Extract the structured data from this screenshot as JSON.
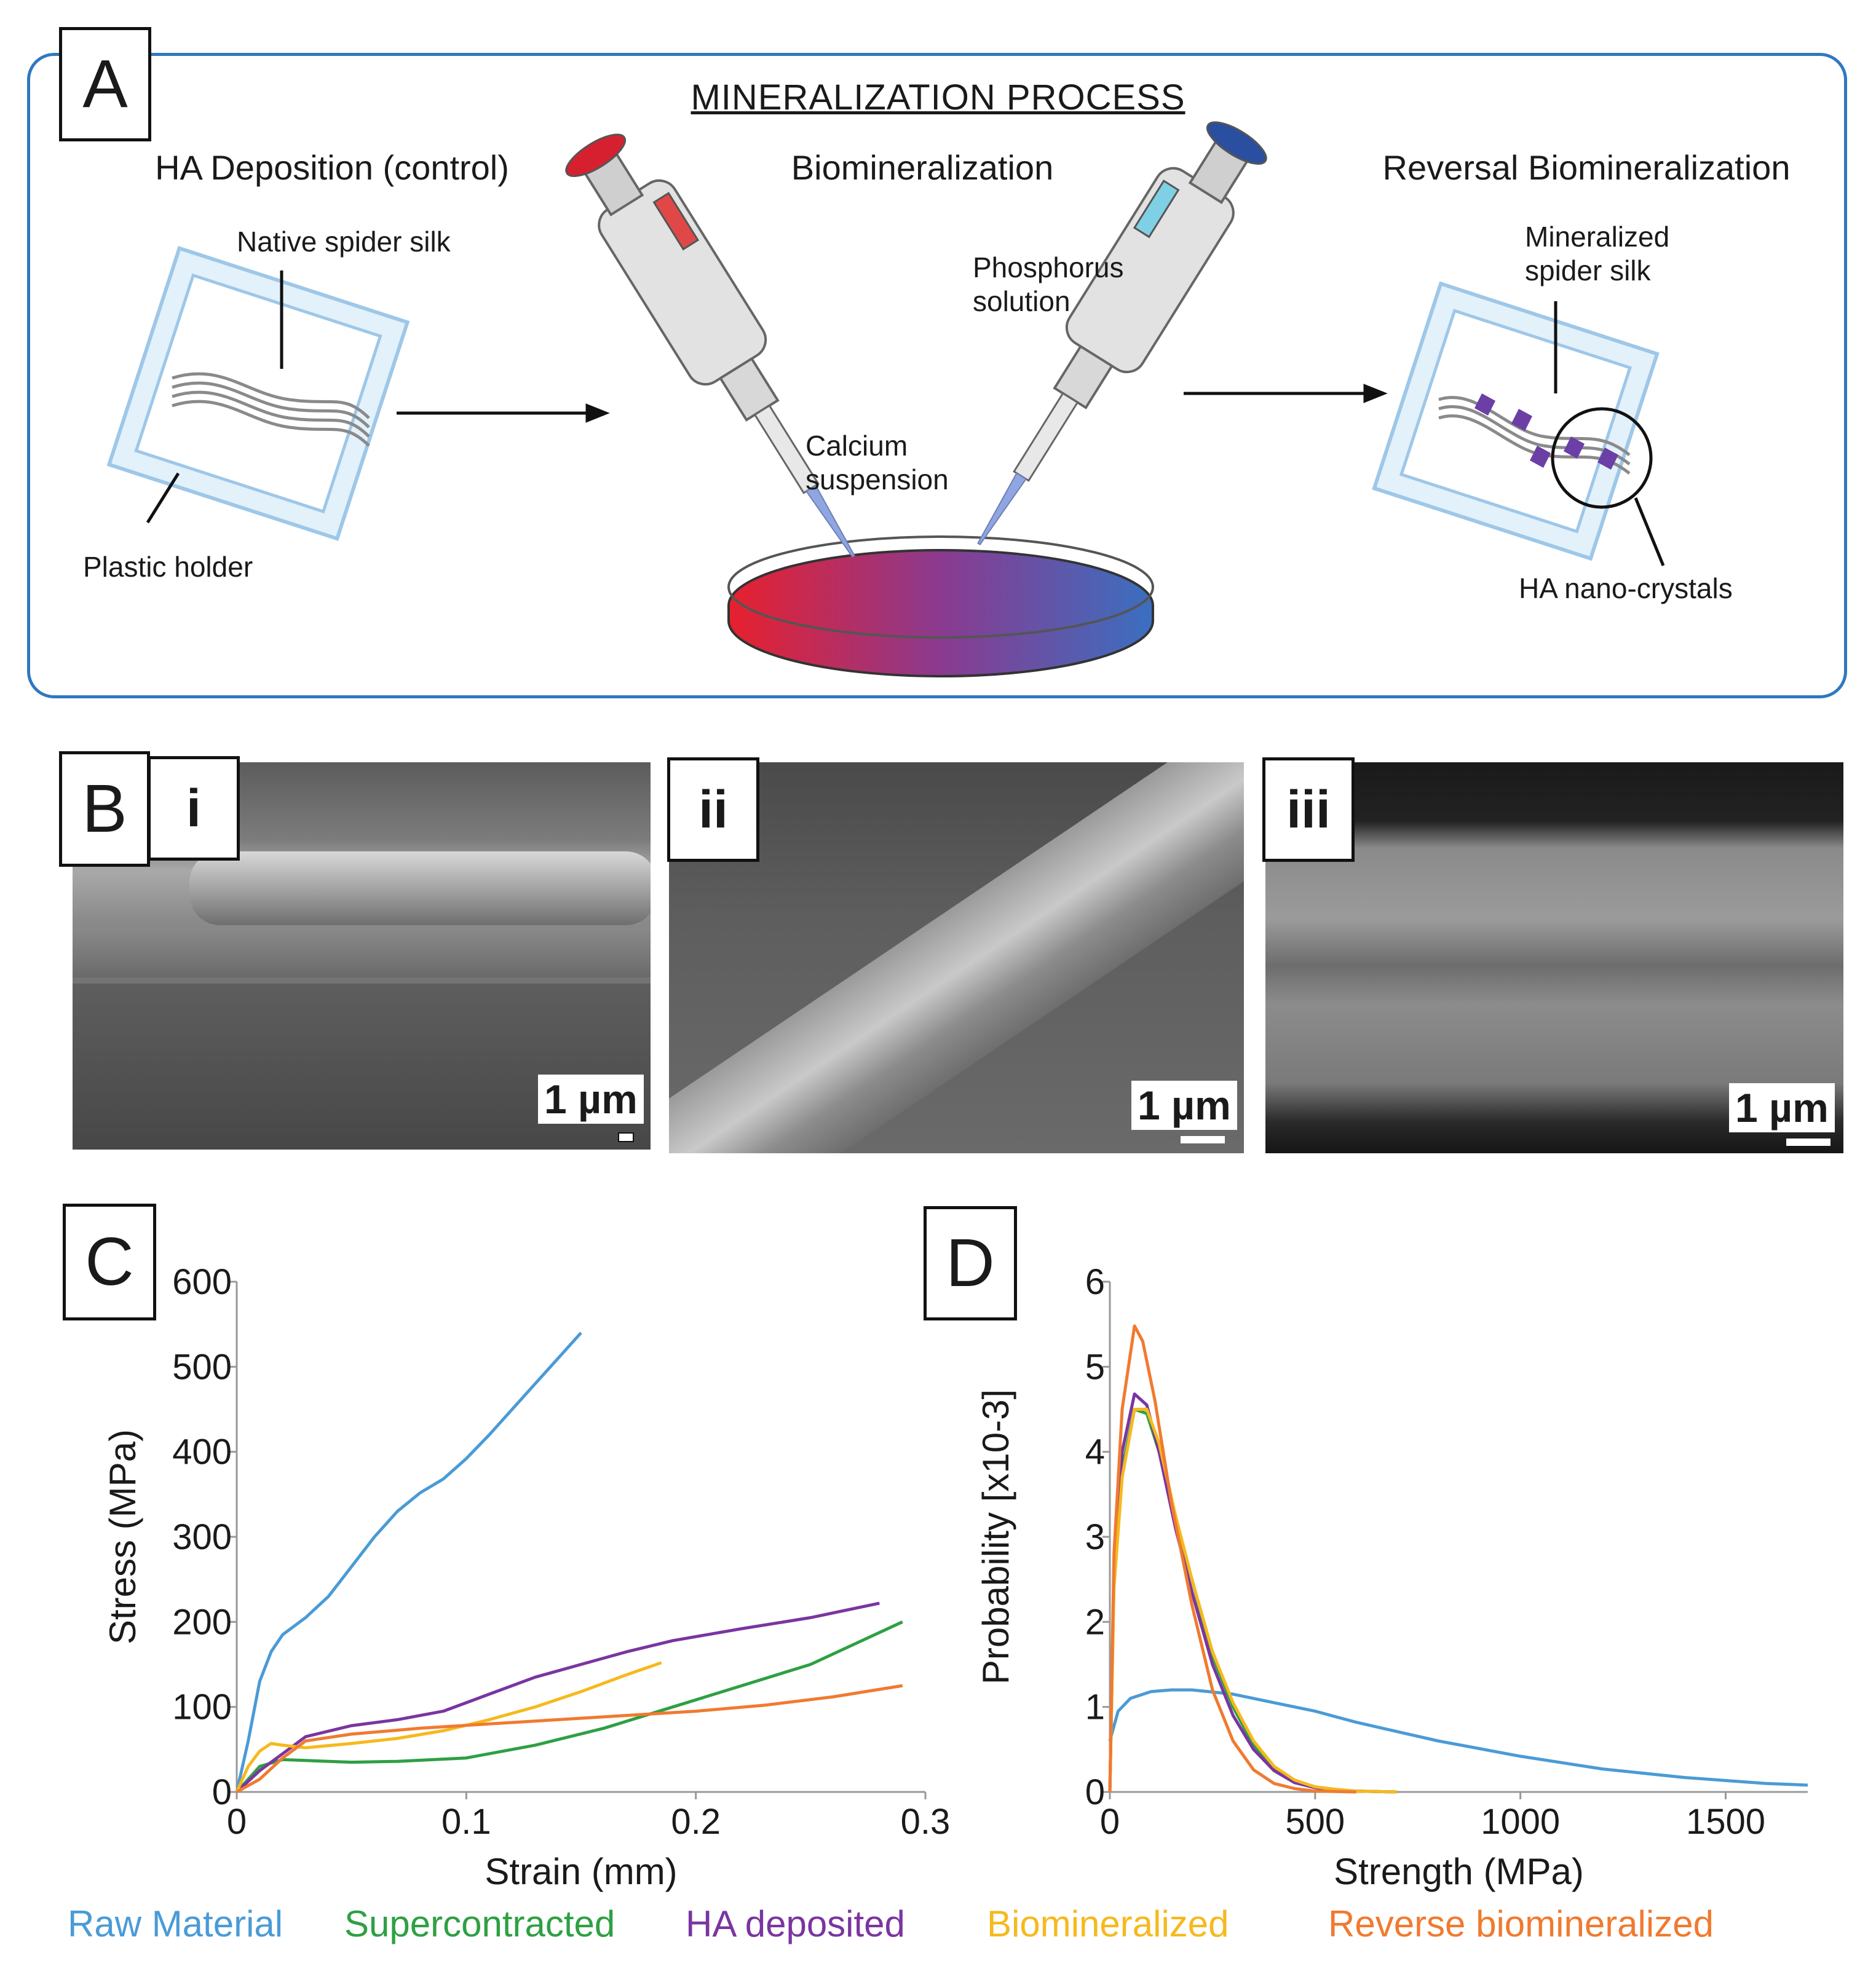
{
  "panels": {
    "A": {
      "letter": "A",
      "title": "MINERALIZATION PROCESS",
      "steps": [
        "HA Deposition (control)",
        "Biomineralization",
        "Reversal Biomineralization"
      ],
      "labels": {
        "native_silk": "Native spider silk",
        "plastic_holder": "Plastic holder",
        "calcium_line1": "Calcium",
        "calcium_line2": "suspension",
        "phosphorus_line1": "Phosphorus",
        "phosphorus_line2": "solution",
        "mineralized_line1": "Mineralized",
        "mineralized_line2": "spider silk",
        "ha_crystals": "HA nano-crystals"
      }
    },
    "B": {
      "letter": "B",
      "subpanels": [
        {
          "label": "i",
          "scale": "1 µm"
        },
        {
          "label": "ii",
          "scale": "1 µm"
        },
        {
          "label": "iii",
          "scale": "1 µm"
        }
      ]
    },
    "C": {
      "letter": "C"
    },
    "D": {
      "letter": "D"
    }
  },
  "colors": {
    "raw": "#4a9bd6",
    "supercontracted": "#2ea043",
    "ha_deposited": "#7a35a0",
    "biomineralized": "#f6b91d",
    "reverse": "#f07a30",
    "box_border": "#2f78c0"
  },
  "legend": [
    {
      "text": "Raw Material",
      "color": "#4a9bd6"
    },
    {
      "text": "Supercontracted",
      "color": "#2ea043"
    },
    {
      "text": "HA deposited",
      "color": "#7a35a0"
    },
    {
      "text": "Biomineralized",
      "color": "#f6b91d"
    },
    {
      "text": "Reverse biomineralized",
      "color": "#f07a30"
    }
  ],
  "chart_data": [
    {
      "type": "line",
      "xlabel": "Strain (mm)",
      "ylabel": "Stress (MPa)",
      "xlim": [
        0,
        0.3
      ],
      "ylim": [
        0,
        600
      ],
      "xticks": [
        0,
        0.1,
        0.2,
        0.3
      ],
      "yticks": [
        0,
        100,
        200,
        300,
        400,
        500,
        600
      ],
      "xtick_labels": [
        "0",
        "0.1",
        "0.2",
        "0.3"
      ],
      "ytick_labels": [
        "0",
        "100",
        "200",
        "300",
        "400",
        "500",
        "600"
      ],
      "grid": false,
      "series": [
        {
          "name": "Raw Material",
          "color": "#4a9bd6",
          "x": [
            0,
            0.005,
            0.01,
            0.015,
            0.02,
            0.03,
            0.04,
            0.05,
            0.06,
            0.07,
            0.08,
            0.09,
            0.1,
            0.11,
            0.12,
            0.13,
            0.14,
            0.15
          ],
          "y": [
            0,
            60,
            130,
            165,
            185,
            205,
            230,
            265,
            300,
            330,
            352,
            368,
            392,
            420,
            450,
            480,
            510,
            540
          ]
        },
        {
          "name": "Supercontracted",
          "color": "#2ea043",
          "x": [
            0,
            0.005,
            0.01,
            0.02,
            0.03,
            0.05,
            0.07,
            0.1,
            0.13,
            0.16,
            0.19,
            0.22,
            0.25,
            0.27,
            0.29
          ],
          "y": [
            0,
            15,
            30,
            38,
            37,
            35,
            36,
            40,
            55,
            75,
            100,
            125,
            150,
            175,
            200
          ]
        },
        {
          "name": "HA deposited",
          "color": "#7a35a0",
          "x": [
            0,
            0.01,
            0.02,
            0.03,
            0.05,
            0.07,
            0.09,
            0.11,
            0.13,
            0.15,
            0.17,
            0.19,
            0.22,
            0.25,
            0.28
          ],
          "y": [
            0,
            25,
            45,
            65,
            78,
            85,
            95,
            115,
            135,
            150,
            165,
            178,
            192,
            205,
            222
          ]
        },
        {
          "name": "Biomineralized",
          "color": "#f6b91d",
          "x": [
            0,
            0.005,
            0.01,
            0.015,
            0.02,
            0.03,
            0.05,
            0.07,
            0.09,
            0.11,
            0.13,
            0.15,
            0.17,
            0.185
          ],
          "y": [
            0,
            30,
            48,
            57,
            55,
            52,
            57,
            63,
            72,
            85,
            100,
            118,
            138,
            152
          ]
        },
        {
          "name": "Reverse biomineralized",
          "color": "#f07a30",
          "x": [
            0,
            0.01,
            0.02,
            0.03,
            0.05,
            0.08,
            0.11,
            0.14,
            0.17,
            0.2,
            0.23,
            0.26,
            0.29
          ],
          "y": [
            0,
            15,
            40,
            60,
            68,
            75,
            80,
            85,
            90,
            95,
            102,
            112,
            125
          ]
        }
      ]
    },
    {
      "type": "line",
      "xlabel": "Strength (MPa)",
      "ylabel": "Probability [x10-3]",
      "xlim": [
        0,
        1700
      ],
      "ylim": [
        0,
        6
      ],
      "xticks": [
        0,
        500,
        1000,
        1500
      ],
      "yticks": [
        0,
        1,
        2,
        3,
        4,
        5,
        6
      ],
      "xtick_labels": [
        "0",
        "500",
        "1000",
        "1500"
      ],
      "ytick_labels": [
        "0",
        "1",
        "2",
        "3",
        "4",
        "5",
        "6"
      ],
      "grid": false,
      "series": [
        {
          "name": "Raw Material",
          "color": "#4a9bd6",
          "x": [
            0,
            20,
            50,
            100,
            150,
            200,
            300,
            400,
            500,
            600,
            800,
            1000,
            1200,
            1400,
            1600,
            1700
          ],
          "y": [
            0.6,
            0.95,
            1.1,
            1.18,
            1.2,
            1.2,
            1.15,
            1.05,
            0.95,
            0.82,
            0.6,
            0.42,
            0.27,
            0.17,
            0.1,
            0.08
          ]
        },
        {
          "name": "Supercontracted",
          "color": "#2ea043",
          "x": [
            0,
            10,
            30,
            60,
            90,
            120,
            160,
            200,
            250,
            300,
            350,
            400,
            450,
            500,
            550,
            600,
            700
          ],
          "y": [
            0,
            2.5,
            3.8,
            4.5,
            4.45,
            4.0,
            3.2,
            2.5,
            1.6,
            1.0,
            0.55,
            0.28,
            0.13,
            0.06,
            0.03,
            0.01,
            0
          ]
        },
        {
          "name": "HA deposited",
          "color": "#7a35a0",
          "x": [
            0,
            10,
            30,
            60,
            90,
            120,
            160,
            200,
            250,
            300,
            350,
            400,
            450,
            500,
            550,
            600,
            700
          ],
          "y": [
            0,
            2.6,
            4.0,
            4.68,
            4.55,
            4.0,
            3.1,
            2.35,
            1.5,
            0.9,
            0.5,
            0.25,
            0.11,
            0.05,
            0.02,
            0.01,
            0
          ]
        },
        {
          "name": "Biomineralized",
          "color": "#f6b91d",
          "x": [
            0,
            10,
            30,
            60,
            90,
            120,
            160,
            200,
            250,
            300,
            350,
            400,
            450,
            500,
            550,
            600,
            700
          ],
          "y": [
            0,
            2.4,
            3.7,
            4.5,
            4.5,
            4.1,
            3.25,
            2.5,
            1.65,
            1.05,
            0.6,
            0.3,
            0.14,
            0.06,
            0.03,
            0.01,
            0
          ]
        },
        {
          "name": "Reverse biomineralized",
          "color": "#f07a30",
          "x": [
            0,
            10,
            30,
            60,
            80,
            110,
            150,
            200,
            250,
            300,
            350,
            400,
            450,
            500,
            600
          ],
          "y": [
            0,
            2.8,
            4.5,
            5.48,
            5.3,
            4.6,
            3.4,
            2.2,
            1.2,
            0.6,
            0.26,
            0.1,
            0.04,
            0.01,
            0
          ]
        }
      ]
    }
  ]
}
